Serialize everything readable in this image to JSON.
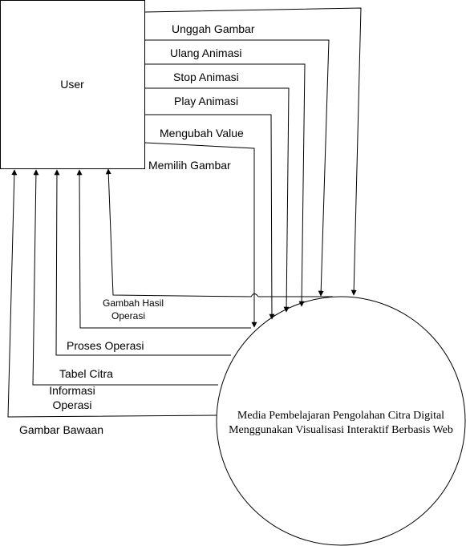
{
  "entity": {
    "name": "User"
  },
  "process": {
    "line1": "Media Pembelajaran Pengolahan Citra Digital",
    "line2": "Menggunakan Visualisasi Interaktif Berbasis Web"
  },
  "flows_to_process": [
    "Unggah Gambar",
    "Ulang Animasi",
    "Stop Animasi",
    "Play Animasi",
    "Mengubah Value",
    "Memilih Gambar"
  ],
  "flows_to_user": {
    "gambah_hasil_line1": "Gambah Hasil",
    "gambah_hasil_line2": "Operasi",
    "proses_operasi": "Proses Operasi",
    "tabel_citra": "Tabel Citra",
    "informasi_line1": "Informasi",
    "informasi_line2": "Operasi",
    "gambar_bawaan": "Gambar Bawaan"
  }
}
